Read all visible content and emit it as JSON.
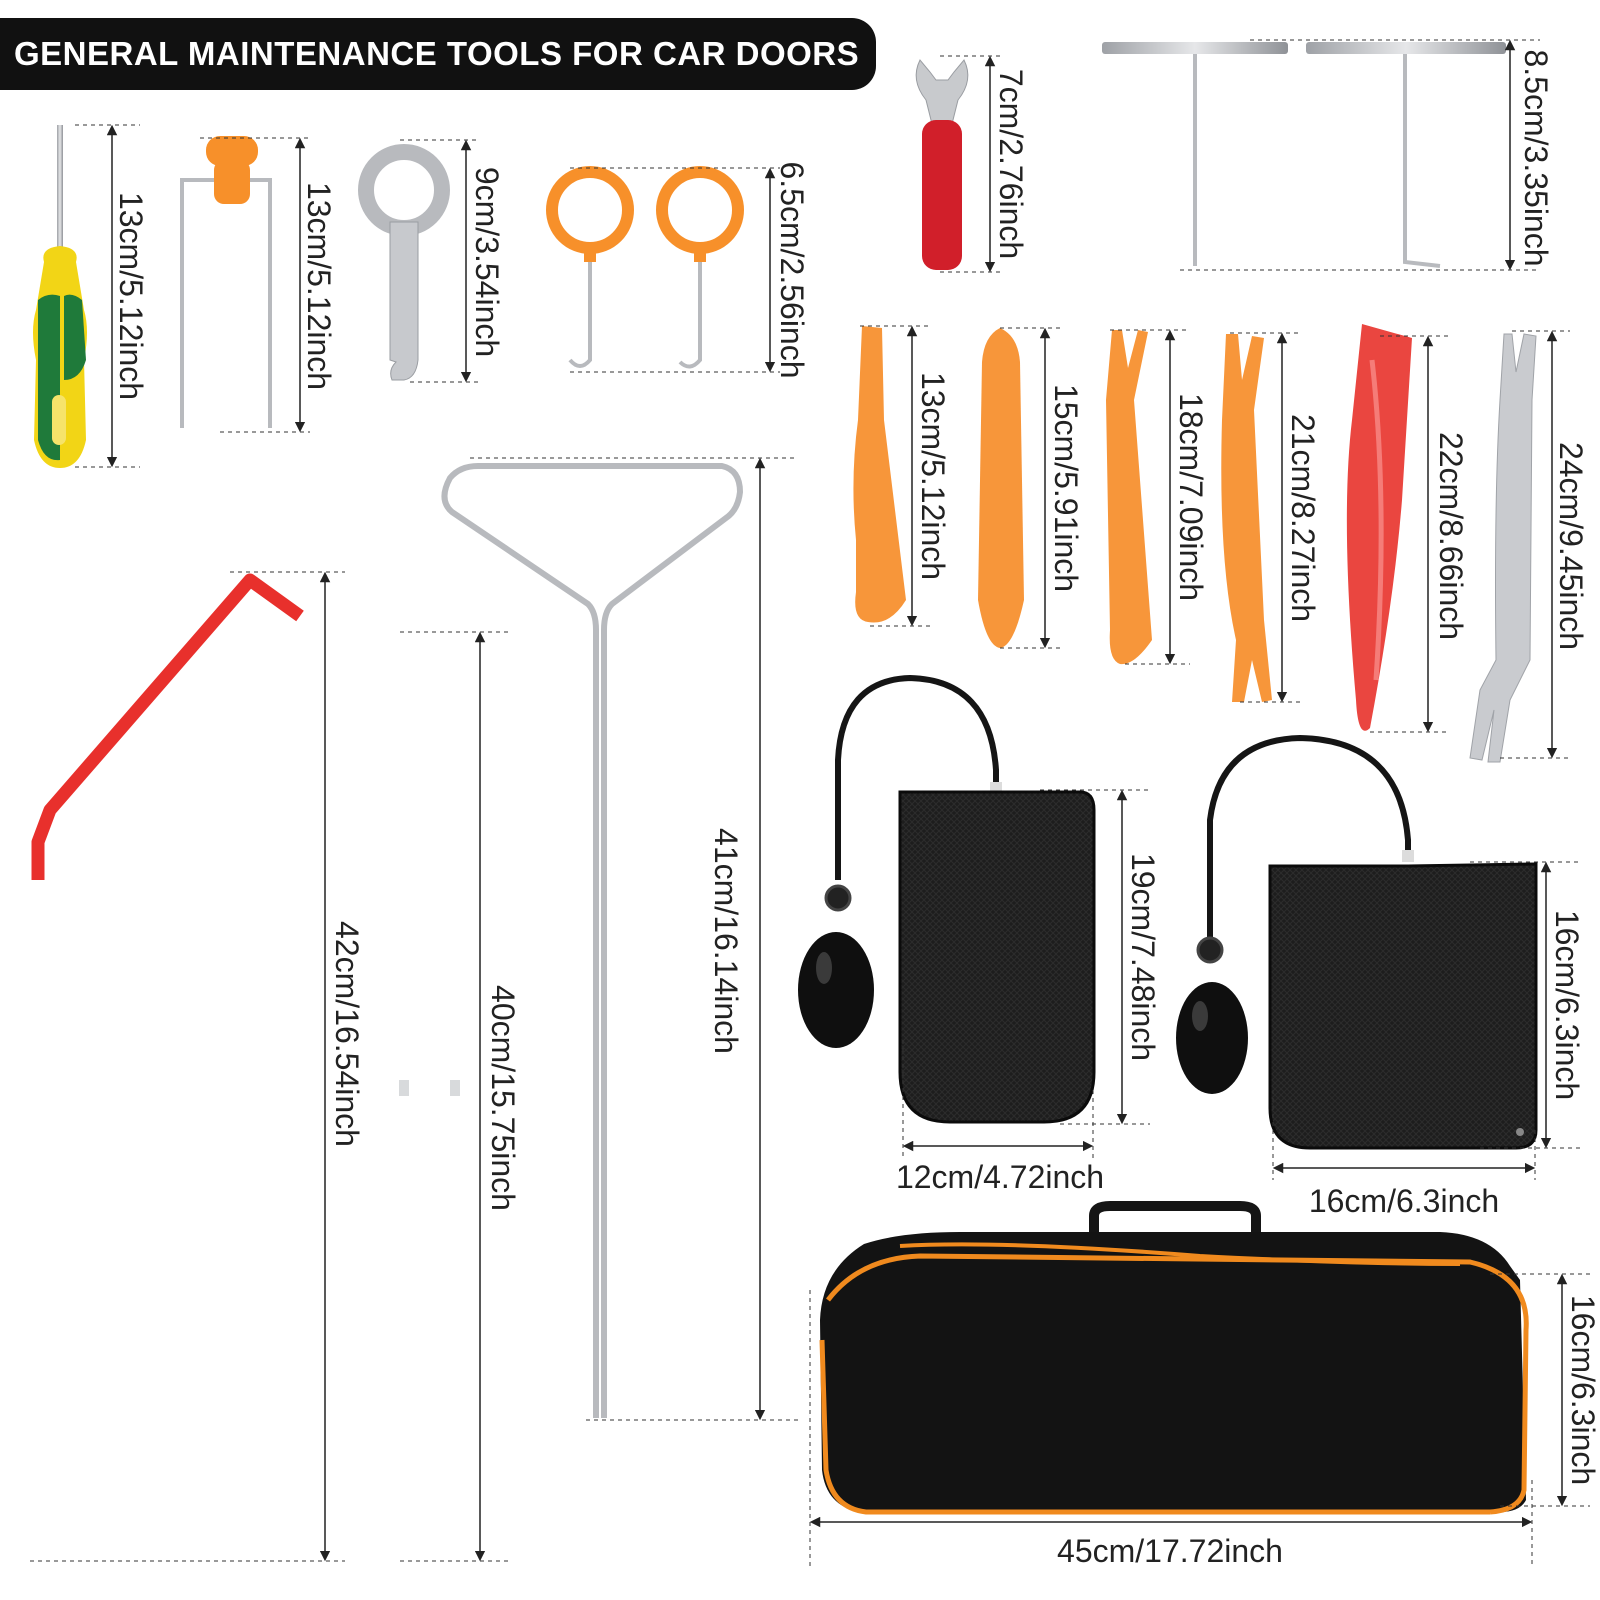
{
  "title": "GENERAL MAINTENANCE TOOLS FOR CAR DOORS",
  "colors": {
    "banner": "#111111",
    "orange": "#f7963a",
    "red": "#e8453c",
    "steel": "#c0c2c6",
    "black": "#1a1a1a"
  },
  "dimensions": {
    "screwdriver": "13cm/5.12inch",
    "u_hook": "13cm/5.12inch",
    "removal_key": "9cm/3.54inch",
    "ring_hooks": "6.5cm/2.56inch",
    "wrench": "7cm/2.76inch",
    "t_handles": "8.5cm/3.35inch",
    "pry_tool_1": "13cm/5.12inch",
    "pry_tool_2": "15cm/5.91inch",
    "pry_tool_3": "18cm/7.09inch",
    "pry_tool_4": "21cm/8.27inch",
    "red_wedge": "22cm/8.66inch",
    "metal_pry_bar": "24cm/9.45inch",
    "long_reach_rod": "42cm/16.54inch",
    "split_rods": "40cm/15.75inch",
    "handle_rod": "41cm/16.14inch",
    "air_wedge_small_height": "19cm/7.48inch",
    "air_wedge_small_width": "12cm/4.72inch",
    "air_wedge_large_height": "16cm/6.3inch",
    "air_wedge_large_width": "16cm/6.3inch",
    "bag_height": "16cm/6.3inch",
    "bag_width": "45cm/17.72inch"
  }
}
